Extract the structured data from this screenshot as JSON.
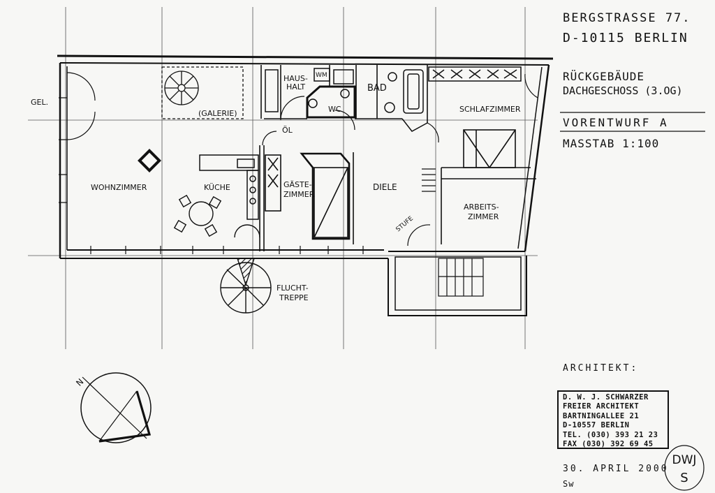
{
  "title_block": {
    "address_line1": "BERGSTRASSE 77.",
    "address_line2": "D-10115 BERLIN",
    "building": "RÜCKGEBÄUDE",
    "floor": "DACHGESCHOSS (3.OG)",
    "phase": "VORENTWURF A",
    "scale": "MASSTAB 1:100",
    "architect_label": "ARCHITEKT:",
    "date": "30. APRIL 2000",
    "initials": "Sw"
  },
  "stamp": {
    "lines": [
      "D. W. J. SCHWARZER",
      "FREIER ARCHITEKT",
      "BARTNINGALLEE 21",
      "D-10557 BERLIN",
      "TEL. (030) 393 21 23",
      "FAX (030) 392 69 45"
    ]
  },
  "monogram": {
    "top": "DWJ",
    "bottom": "S"
  },
  "rooms": {
    "gel": "GEL.",
    "galerie": "(GALERIE)",
    "haushalt_1": "HAUS-",
    "haushalt_2": "HALT",
    "wm": "WM",
    "wc": "WC",
    "bad": "BAD",
    "schlafzimmer": "SCHLAFZIMMER",
    "oel": "ÖL",
    "wohnzimmer": "WOHNZIMMER",
    "kueche": "KÜCHE",
    "gaeste_1": "GÄSTE-",
    "gaeste_2": "ZIMMER",
    "diele": "DIELE",
    "arbeits_1": "ARBEITS-",
    "arbeits_2": "ZIMMER",
    "stufe": "STUFE",
    "flucht_1": "FLUCHT-",
    "flucht_2": "TREPPE"
  },
  "compass": {
    "north": "N"
  }
}
